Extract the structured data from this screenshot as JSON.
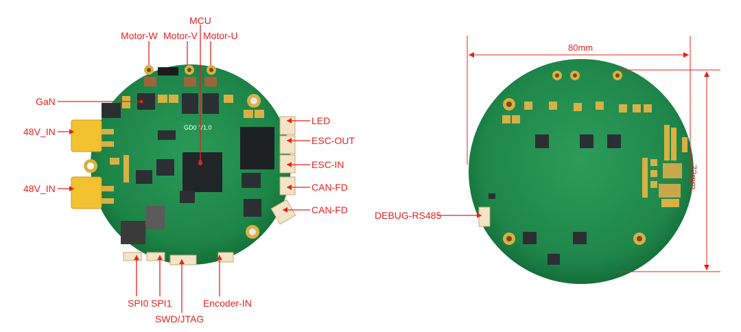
{
  "diagram": {
    "left_board": {
      "labels": {
        "mcu": "MCU",
        "motor_w": "Motor-W",
        "motor_v": "Motor-V",
        "motor_u": "Motor-U",
        "gan": "GaN",
        "in48_top": "48V_IN",
        "in48_bottom": "48V_IN",
        "led": "LED",
        "esc_out": "ESC-OUT",
        "esc_in": "ESC-IN",
        "can_fd_1": "CAN-FD",
        "can_fd_2": "CAN-FD",
        "spi0": "SPI0",
        "spi1": "SPI1",
        "swd_jtag": "SWD/JTAG",
        "encoder_in": "Encoder-IN"
      },
      "silkscreen": {
        "board_name": "GD0",
        "version": "V1.0"
      }
    },
    "right_board": {
      "labels": {
        "debug_rs485": "DEBUG-RS485"
      },
      "dimensions": {
        "width": "80mm",
        "height": "73mm"
      }
    },
    "colors": {
      "annotation": "#e8201c",
      "pcb_green": "#1f8a4c",
      "connector_yellow": "#f2c230",
      "pad_gold": "#d9b044"
    }
  }
}
